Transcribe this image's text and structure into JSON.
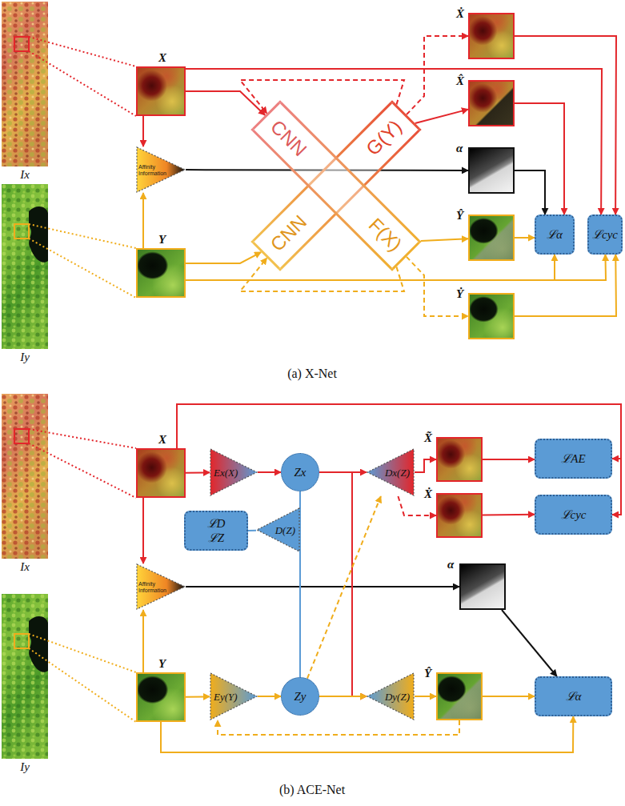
{
  "diagram": {
    "nodes": [
      {
        "text": [
          "Ix"
        ]
      },
      {
        "text": [
          "X"
        ]
      },
      {
        "text": [
          "Ẋ"
        ]
      },
      {
        "text": [
          "X̂"
        ]
      },
      {
        "text": [
          "CNN",
          "G(Y)"
        ]
      },
      {
        "text": [
          "CNN",
          "F(X)"
        ]
      },
      {
        "text": [
          "Affinity Information"
        ]
      },
      {
        "text": [
          "α"
        ]
      },
      {
        "text": [
          "ℒα"
        ]
      },
      {
        "text": [
          "ℒcyc"
        ]
      },
      {
        "text": [
          "Ŷ"
        ]
      },
      {
        "text": [
          "Iy"
        ]
      },
      {
        "text": [
          "Y"
        ]
      },
      {
        "text": [
          "Ẏ"
        ]
      },
      {
        "text": [
          "Ix"
        ]
      },
      {
        "text": [
          "X"
        ]
      },
      {
        "text": [
          "Ex(X)"
        ]
      },
      {
        "text": [
          "Zx"
        ]
      },
      {
        "text": [
          "Dx(Z)"
        ]
      },
      {
        "text": [
          "X̃"
        ]
      },
      {
        "text": [
          "ℒAE"
        ]
      },
      {
        "text": [
          "Ẋ"
        ]
      },
      {
        "text": [
          "ℒcyc"
        ]
      },
      {
        "text": [
          "ℒD",
          "ℒZ"
        ]
      },
      {
        "text": [
          "D(Z)"
        ]
      },
      {
        "text": [
          "Affinity Information"
        ]
      },
      {
        "text": [
          "α"
        ]
      },
      {
        "text": [
          "Iy"
        ]
      },
      {
        "text": [
          "Y"
        ]
      },
      {
        "text": [
          "Ey(Y)"
        ]
      },
      {
        "text": [
          "Zy"
        ]
      },
      {
        "text": [
          "Dy(Z)"
        ]
      },
      {
        "text": [
          "Ŷ"
        ]
      },
      {
        "text": [
          "ℒα"
        ]
      }
    ],
    "edges": [
      {
        "from": 1,
        "to": 6,
        "arrow": "to"
      },
      {
        "from": 12,
        "to": 6,
        "arrow": "to"
      },
      {
        "from": 6,
        "to": 7,
        "arrow": "to"
      },
      {
        "from": 1,
        "to": 5,
        "arrow": "to"
      },
      {
        "from": 5,
        "to": 10,
        "arrow": "to"
      },
      {
        "from": 12,
        "to": 4,
        "arrow": "to"
      },
      {
        "from": 4,
        "to": 3,
        "arrow": "to"
      },
      {
        "from": 4,
        "to": 2,
        "arrow": "to"
      },
      {
        "from": 5,
        "to": 13,
        "arrow": "to"
      },
      {
        "from": 4,
        "to": 5,
        "arrow": "to"
      },
      {
        "from": 5,
        "to": 4,
        "arrow": "to"
      },
      {
        "from": 1,
        "to": 9,
        "arrow": "to"
      },
      {
        "from": 2,
        "to": 9,
        "arrow": "to"
      },
      {
        "from": 3,
        "to": 8,
        "arrow": "to"
      },
      {
        "from": 7,
        "to": 8,
        "arrow": "to"
      },
      {
        "from": 10,
        "to": 8,
        "arrow": "to"
      },
      {
        "from": 12,
        "to": 8,
        "arrow": "to"
      },
      {
        "from": 12,
        "to": 9,
        "arrow": "to"
      },
      {
        "from": 13,
        "to": 9,
        "arrow": "to"
      },
      {
        "from": 15,
        "to": 25,
        "arrow": "to"
      },
      {
        "from": 28,
        "to": 25,
        "arrow": "to"
      },
      {
        "from": 25,
        "to": 26,
        "arrow": "to"
      },
      {
        "from": 15,
        "to": 16,
        "arrow": "to"
      },
      {
        "from": 16,
        "to": 17,
        "arrow": "to"
      },
      {
        "from": 17,
        "to": 18,
        "arrow": "to"
      },
      {
        "from": 17,
        "to": 31,
        "arrow": "to"
      },
      {
        "from": 18,
        "to": 19,
        "arrow": "to"
      },
      {
        "from": 18,
        "to": 21,
        "arrow": "to"
      },
      {
        "from": 30,
        "to": 18,
        "arrow": "to"
      },
      {
        "from": 15,
        "to": 20,
        "arrow": "to"
      },
      {
        "from": 19,
        "to": 20,
        "arrow": "to"
      },
      {
        "from": 15,
        "to": 22,
        "arrow": "to"
      },
      {
        "from": 21,
        "to": 22,
        "arrow": "to"
      },
      {
        "from": 17,
        "to": 24,
        "arrow": "none"
      },
      {
        "from": 30,
        "to": 24,
        "arrow": "none"
      },
      {
        "from": 24,
        "to": 23,
        "arrow": "none"
      },
      {
        "from": 28,
        "to": 29,
        "arrow": "to"
      },
      {
        "from": 29,
        "to": 30,
        "arrow": "to"
      },
      {
        "from": 30,
        "to": 31,
        "arrow": "to"
      },
      {
        "from": 31,
        "to": 32,
        "arrow": "to"
      },
      {
        "from": 32,
        "to": 29,
        "arrow": "to"
      },
      {
        "from": 28,
        "to": 33,
        "arrow": "to"
      },
      {
        "from": 32,
        "to": 33,
        "arrow": "to"
      },
      {
        "from": 26,
        "to": 33,
        "arrow": "to"
      }
    ],
    "labels": [
      "(a) X-Net",
      "(b) ACE-Net"
    ]
  }
}
